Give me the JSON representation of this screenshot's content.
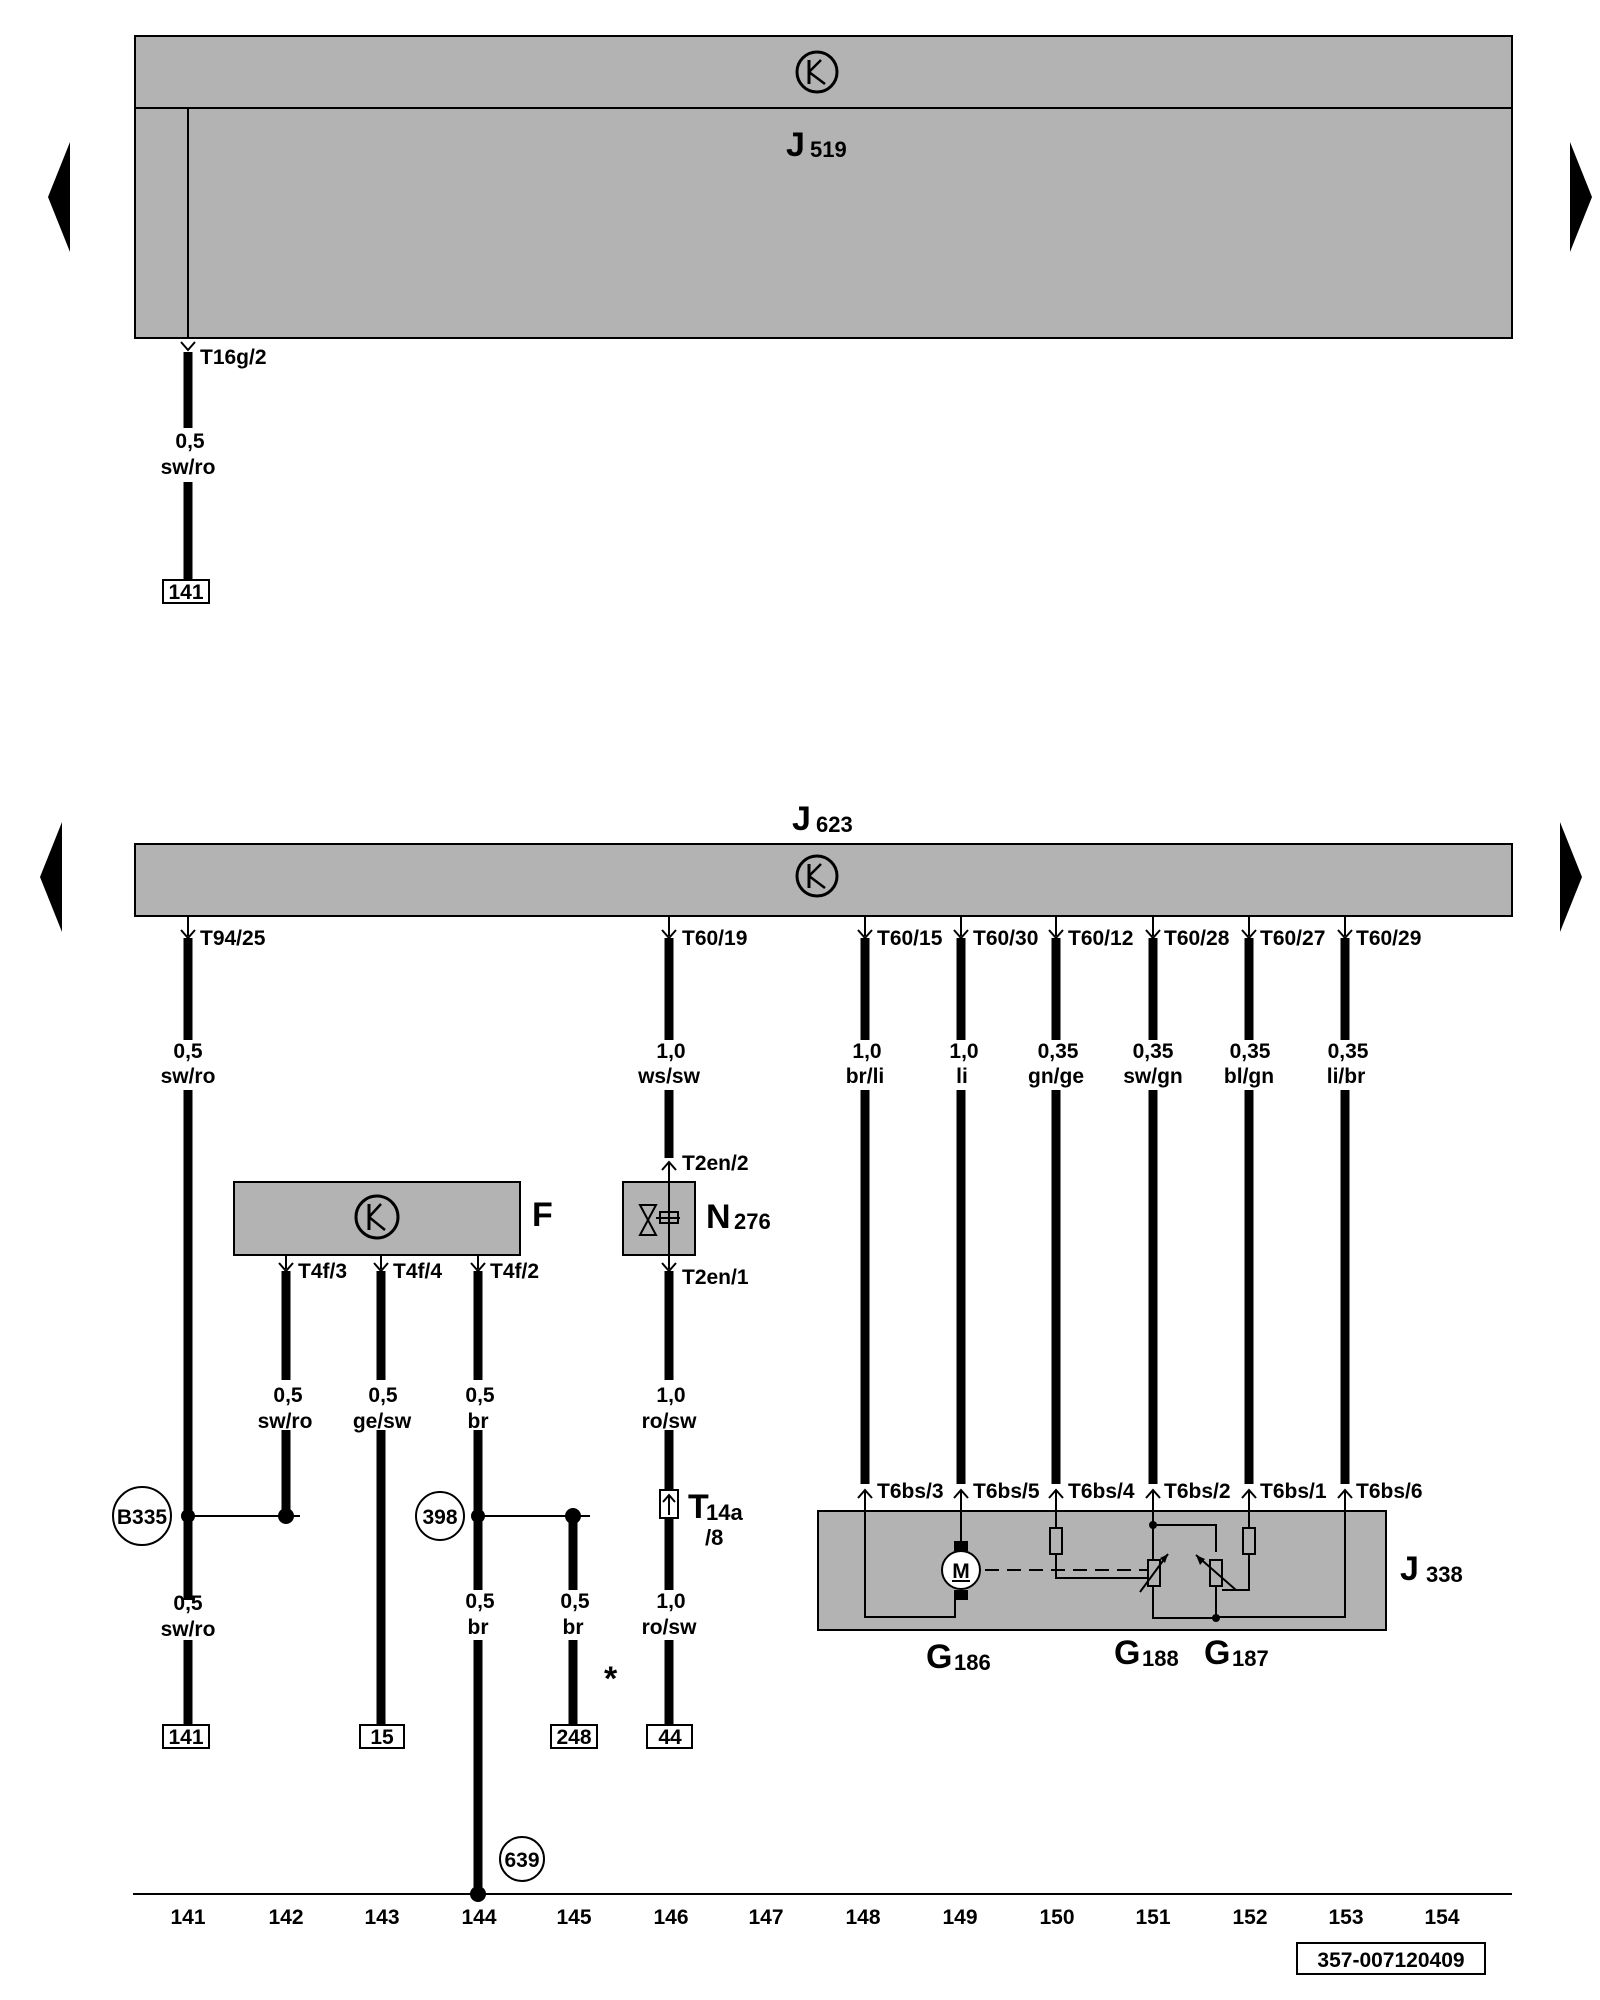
{
  "top_unit": {
    "name": "J",
    "sub": "519",
    "connector": "T16g/2",
    "wire_size": "0,5",
    "wire_color": "sw/ro",
    "ref": "141"
  },
  "main_unit": {
    "name": "J",
    "sub": "623",
    "pins": [
      {
        "connector": "T94/25",
        "size": "0,5",
        "color": "sw/ro"
      },
      {
        "connector": "T60/19",
        "size": "1,0",
        "color": "ws/sw"
      },
      {
        "connector": "T60/15",
        "size": "1,0",
        "color": "br/li"
      },
      {
        "connector": "T60/30",
        "size": "1,0",
        "color": "li"
      },
      {
        "connector": "T60/12",
        "size": "0,35",
        "color": "gn/ge"
      },
      {
        "connector": "T60/28",
        "size": "0,35",
        "color": "sw/gn"
      },
      {
        "connector": "T60/27",
        "size": "0,35",
        "color": "bl/gn"
      },
      {
        "connector": "T60/29",
        "size": "0,35",
        "color": "li/br"
      }
    ]
  },
  "unit_f": {
    "name": "F",
    "pins": [
      {
        "connector": "T4f/3",
        "size": "0,5",
        "color": "sw/ro"
      },
      {
        "connector": "T4f/4",
        "size": "0,5",
        "color": "ge/sw"
      },
      {
        "connector": "T4f/2",
        "size": "0,5",
        "color": "br"
      }
    ]
  },
  "valve_n276": {
    "name": "N",
    "sub": "276",
    "pin_top": "T2en/2",
    "pin_bottom": "T2en/1",
    "size": "1,0",
    "color": "ro/sw"
  },
  "connector_t14a": {
    "name": "T",
    "sub": "14a",
    "pin": "/8",
    "size": "1,0",
    "color": "ro/sw"
  },
  "unit_j338": {
    "name": "J",
    "sub": "338",
    "pins": [
      "T6bs/3",
      "T6bs/5",
      "T6bs/4",
      "T6bs/2",
      "T6bs/1",
      "T6bs/6"
    ],
    "motor_label": "M",
    "g186": {
      "name": "G",
      "sub": "186"
    },
    "g188": {
      "name": "G",
      "sub": "188"
    },
    "g187": {
      "name": "G",
      "sub": "187"
    }
  },
  "lower_wires": {
    "b335": "B335",
    "w141": {
      "size": "0,5",
      "color": "sw/ro"
    },
    "j398": "398",
    "w144": {
      "size": "0,5",
      "color": "br"
    },
    "w145": {
      "size": "0,5",
      "color": "br"
    },
    "w146": {
      "size": "1,0",
      "color": "ro/sw"
    },
    "j639": "639",
    "star": "*"
  },
  "refs": {
    "r141": "141",
    "r15": "15",
    "r248": "248",
    "r44": "44"
  },
  "tracks": [
    "141",
    "142",
    "143",
    "144",
    "145",
    "146",
    "147",
    "148",
    "149",
    "150",
    "151",
    "152",
    "153",
    "154"
  ],
  "doc_number": "357-007120409"
}
